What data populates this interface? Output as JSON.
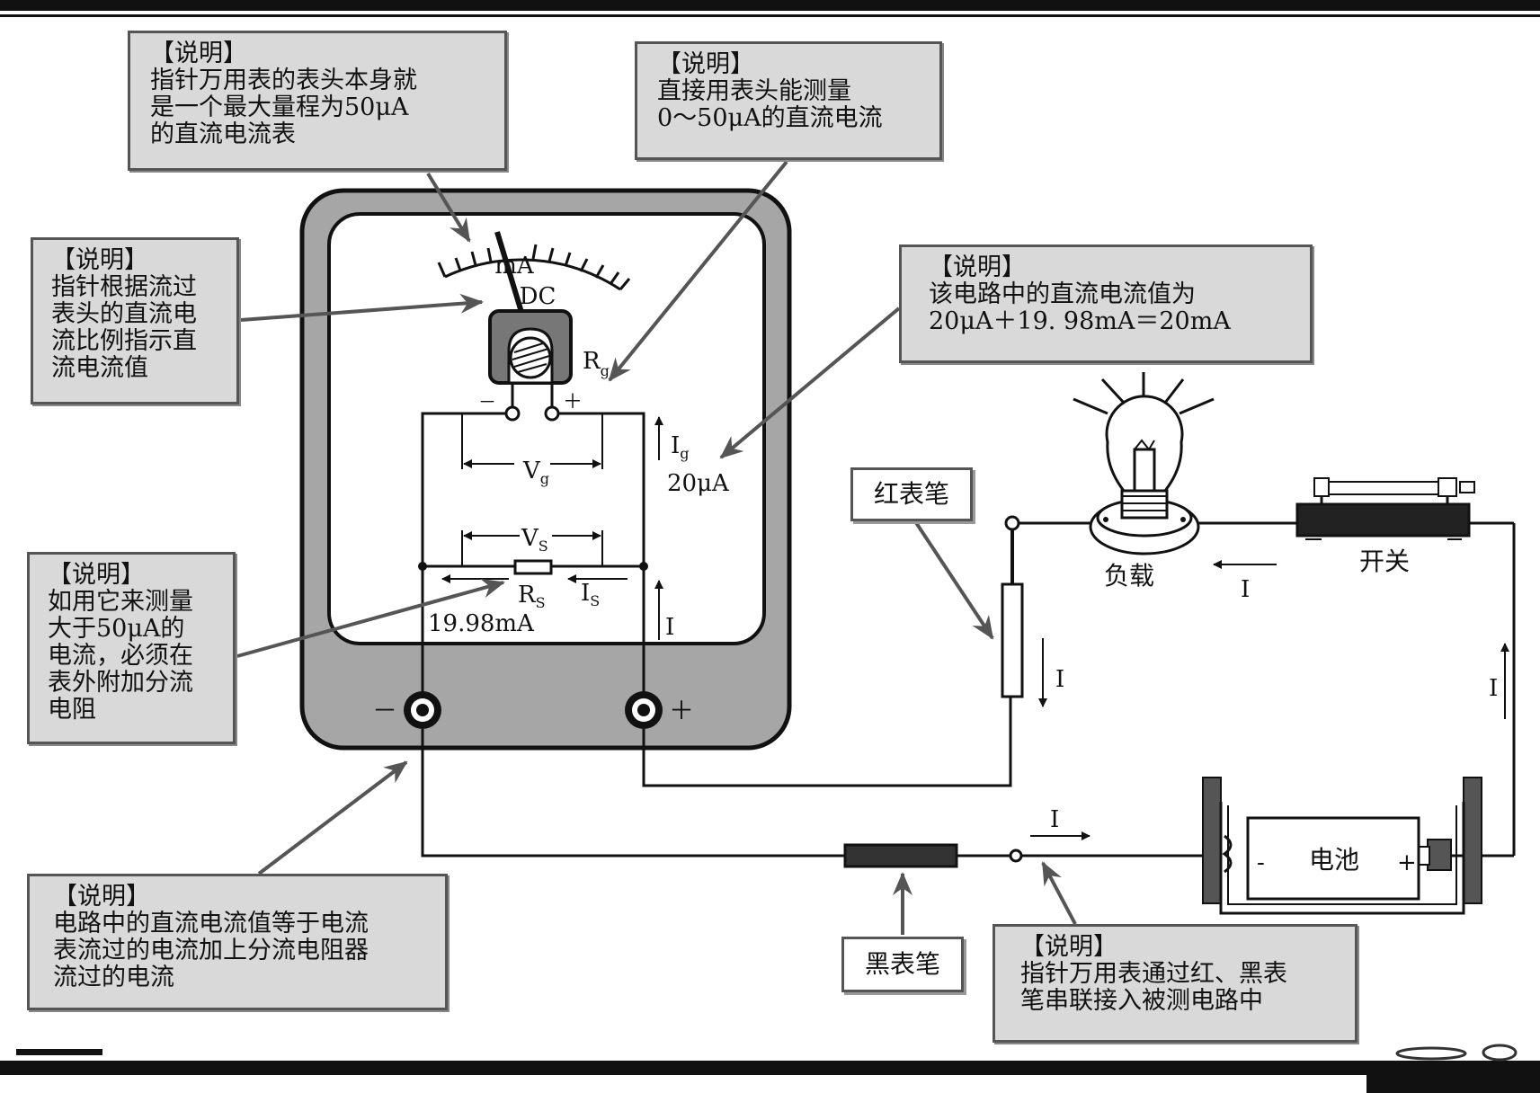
{
  "notes": {
    "meter_head": {
      "title": "【说明】",
      "body": "指针万用表的表头本身就\n是一个最大量程为50μA\n的直流电流表"
    },
    "direct_range": {
      "title": "【说明】",
      "body": "直接用表头能测量\n0～50μA的直流电流"
    },
    "pointer": {
      "title": "【说明】",
      "body": "指针根据流过\n表头的直流电\n流比例指示直\n流电流值"
    },
    "circuit_current": {
      "title": "【说明】",
      "body": "该电路中的直流电流值为\n20μA＋19. 98mA＝20mA"
    },
    "shunt": {
      "title": "【说明】",
      "body": "如用它来测量\n大于50μA的\n电流，必须在\n表外附加分流\n电阻"
    },
    "sum_current": {
      "title": "【说明】",
      "body": "电路中的直流电流值等于电流\n表流过的电流加上分流电阻器\n流过的电流"
    },
    "series": {
      "title": "【说明】",
      "body": "指针万用表通过红、黑表\n笔串联接入被测电路中"
    }
  },
  "tags": {
    "red_probe": "红表笔",
    "black_probe": "黑表笔"
  },
  "meter": {
    "scale_unit": "mA",
    "scale_mode": "DC",
    "rg_main": "R",
    "rg_sub": "g",
    "vg_main": "V",
    "vg_sub": "g",
    "vs_main": "V",
    "vs_sub": "S",
    "rs_main": "R",
    "rs_sub": "S",
    "is_main": "I",
    "is_sub": "S",
    "ig_main": "I",
    "ig_sub": "g",
    "ig_value": "20μA",
    "rs_value": "19.98mA",
    "i_inside": "I",
    "head_minus": "－",
    "head_plus": "＋",
    "term_minus": "－",
    "term_plus": "＋"
  },
  "circuit": {
    "load": "负载",
    "switch": "开关",
    "battery": "电池",
    "battery_minus": "-",
    "battery_plus": "+",
    "i_load": "I",
    "i_right": "I",
    "i_probe": "I",
    "i_bottom": "I"
  },
  "colors": {
    "note_bg": "#d9d9d9",
    "meter_case": "#a6a6a6",
    "line": "#111111"
  }
}
